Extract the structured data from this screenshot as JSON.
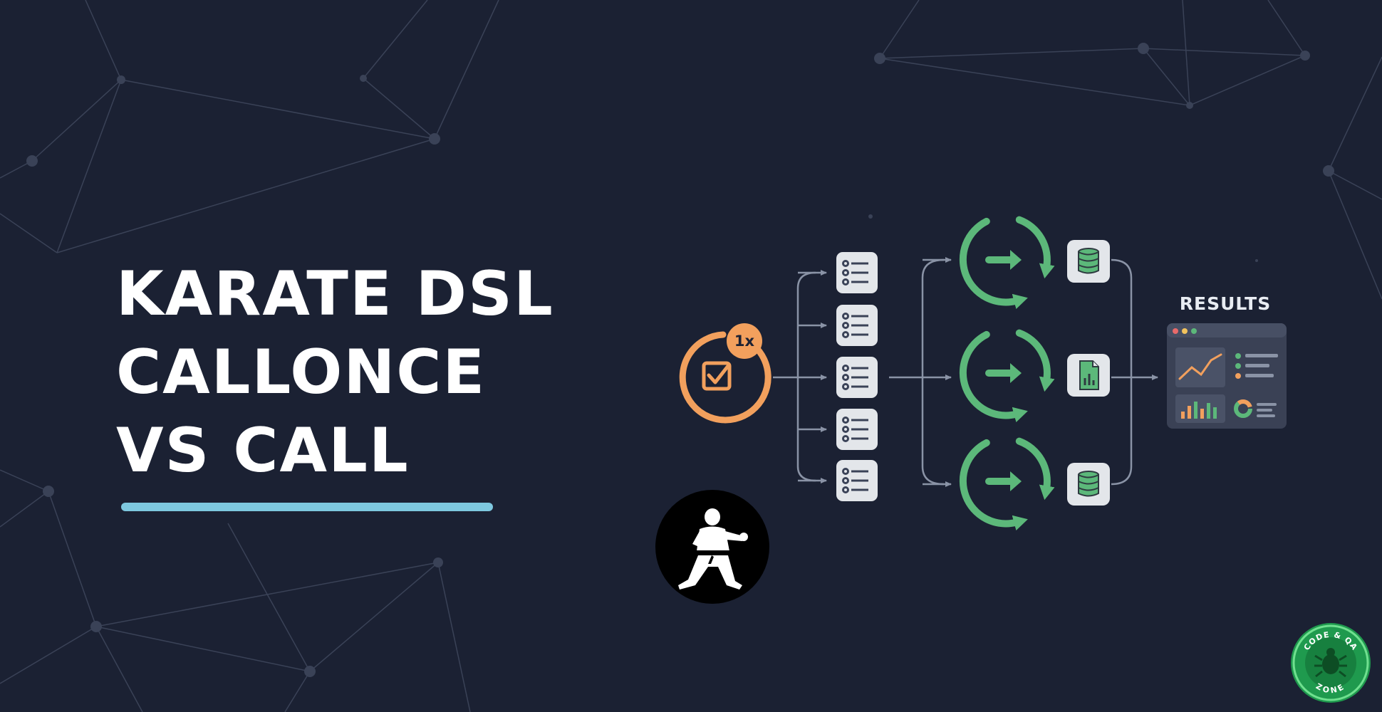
{
  "title": {
    "line1": "KARATE DSL",
    "line2": "CALLONCE",
    "line3": "VS CALL"
  },
  "diagram": {
    "once_badge": "1x",
    "results_label": "RESULTS"
  },
  "logo": {
    "text_top": "CODE & QA",
    "text_bottom": "ZONE"
  },
  "colors": {
    "background": "#1b2133",
    "accent_underline": "#7ec8df",
    "once_orange": "#f2a05d",
    "loop_green": "#5cb87a",
    "card": "#e3e6ea"
  }
}
